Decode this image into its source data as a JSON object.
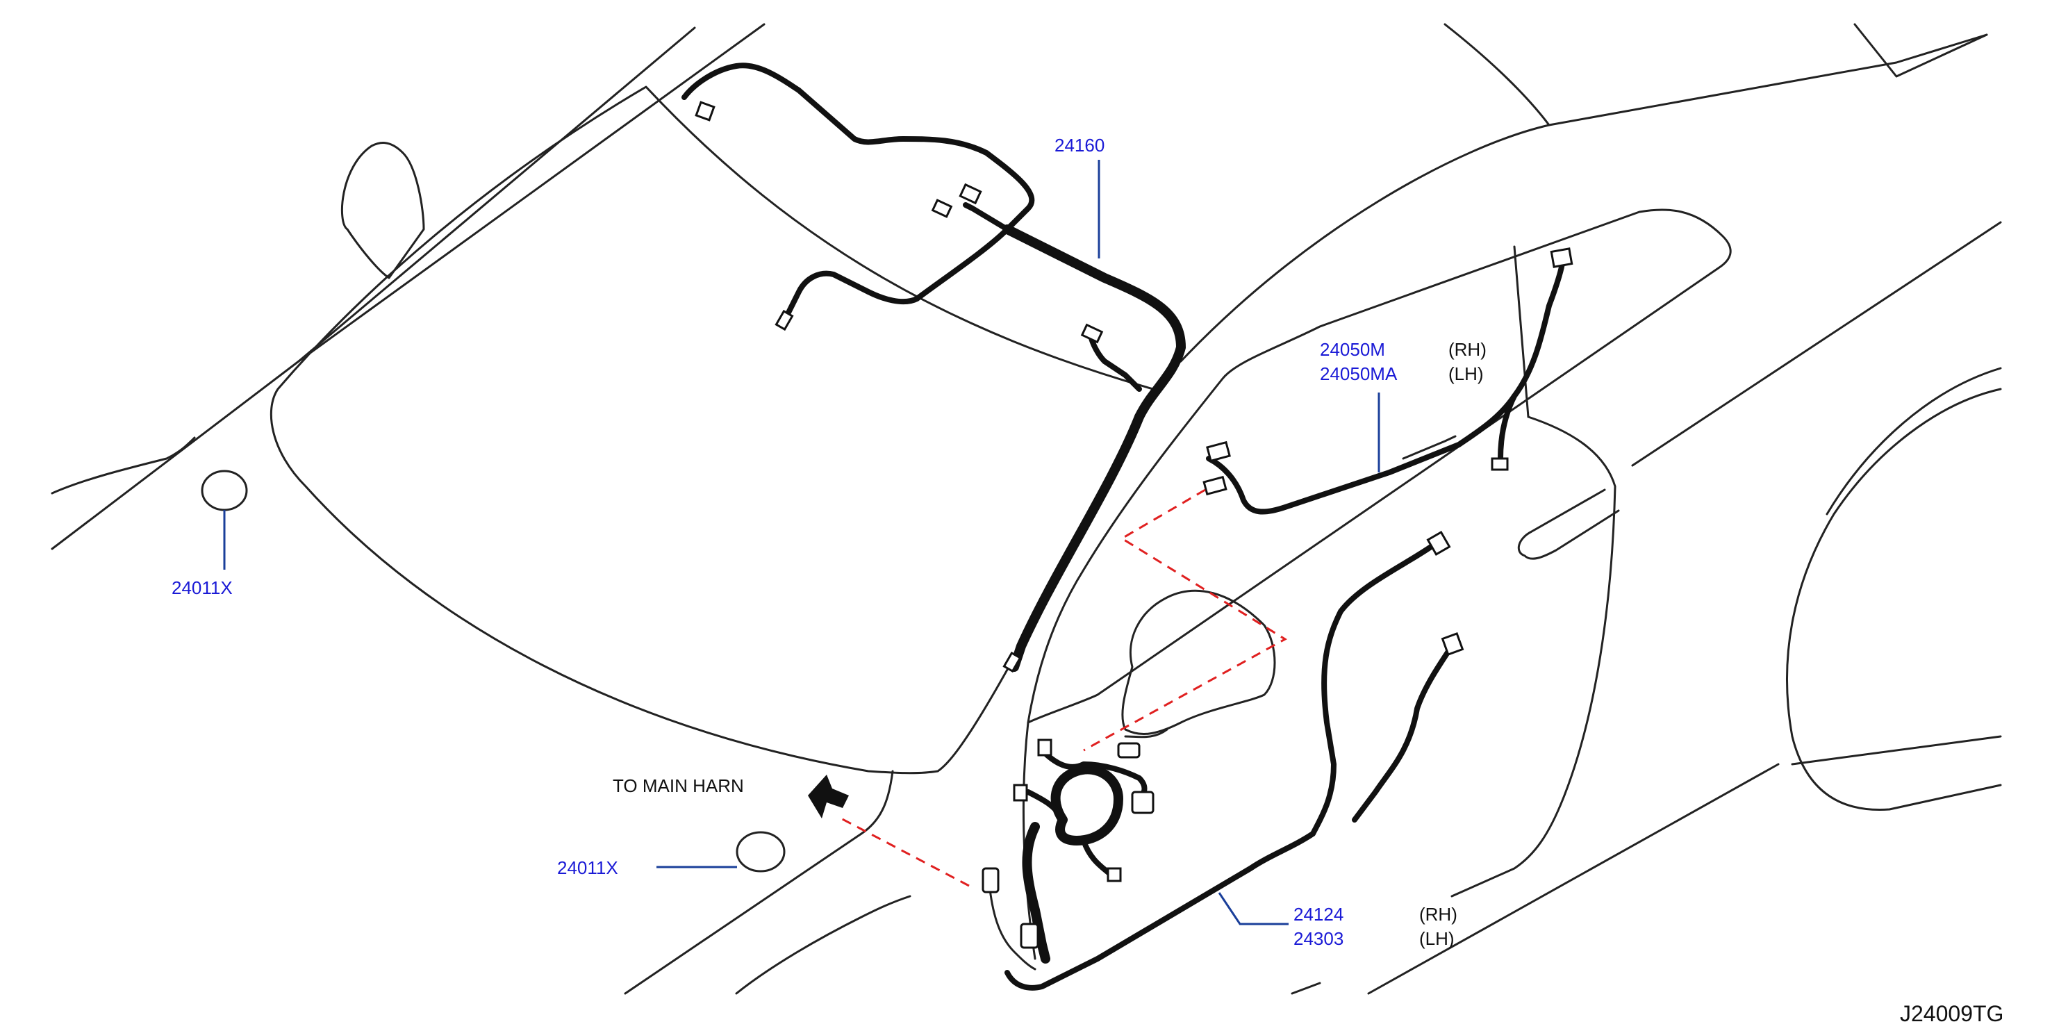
{
  "diagram": {
    "labels": {
      "part_24160": "24160",
      "part_24050m": "24050M",
      "part_24050m_side": "(RH)",
      "part_24050ma": "24050MA",
      "part_24050ma_side": "(LH)",
      "part_24011x_left": "24011X",
      "part_24011x_center": "24011X",
      "to_main_harn": "TO   MAIN   HARN",
      "part_24124": "24124",
      "part_24124_side": "(RH)",
      "part_24303": "24303",
      "part_24303_side": "(LH)",
      "diagram_code": "J24009TG"
    },
    "colors": {
      "label_blue": "#1a1ad6",
      "leader_blue": "#1a3f9a",
      "dashed_red": "#e02020",
      "line_black": "#111111"
    }
  }
}
